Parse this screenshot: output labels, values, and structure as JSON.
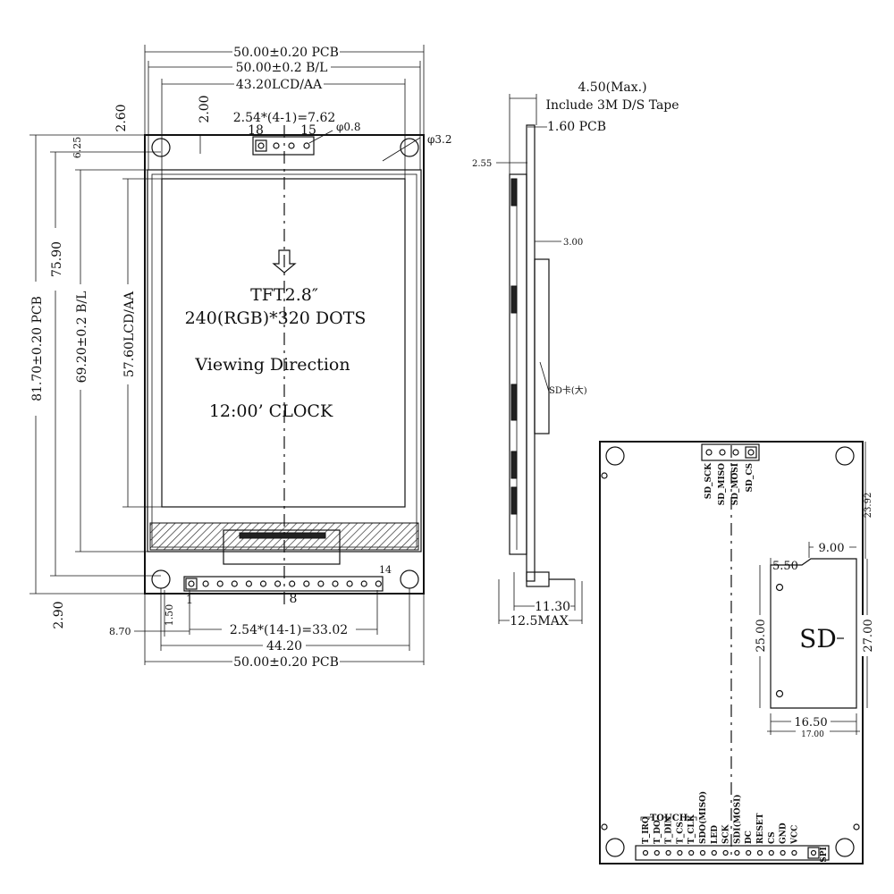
{
  "front": {
    "dims": {
      "pcb_width_top": "50.00±0.20 PCB",
      "bl_width": "50.00±0.2 B/L",
      "lcd_aa_width": "43.20LCD/AA",
      "top_margin": "2.60",
      "pin_offset": "2.00",
      "pitch_top": "2.54*(4-1)=7.62",
      "hole_small": "φ0.8",
      "hole_mount": "φ3.2",
      "edge_6": "6.25",
      "pcb_height": "81.70±0.20 PCB",
      "height_75": "75.90",
      "bl_height": "69.20±0.2 B/L",
      "lcd_aa_height": "57.60LCD/AA",
      "bottom_margin": "2.90",
      "pin_height": "1.50",
      "pin1_offset": "8.70",
      "pitch_bottom": "2.54*(14-1)=33.02",
      "holes_span": "44.20",
      "pcb_width_bottom": "50.00±0.20 PCB"
    },
    "pin_labels": {
      "top_left": "18",
      "top_right": "15",
      "bottom_first": "1",
      "bottom_mid": "8",
      "bottom_last": "14"
    },
    "screen_text": {
      "line1": "TFT2.8″",
      "line2": "240(RGB)*320 DOTS",
      "line3": "Viewing Direction",
      "line4": "12:00’ CLOCK"
    }
  },
  "side": {
    "max_thickness": "4.50(Max.)",
    "tape_note": "Include 3M D/S Tape",
    "pcb_thickness": "1.60 PCB",
    "dim_255": "2.55",
    "dim_300": "3.00",
    "sd_note": "SD卡(大)",
    "dim_1130": "11.30",
    "dim_125": "12.5MAX"
  },
  "back": {
    "sd_pins": [
      "SD_SCK",
      "SD_MISO",
      "SD_MOSI",
      "SD_CS"
    ],
    "dim_2392": "23.92",
    "dim_550": "5.50",
    "dim_900": "9.00",
    "dim_2500": "25.00",
    "dim_2700": "27.00",
    "sd_label": "SD",
    "dim_1650": "16.50",
    "dim_1700": "17.00",
    "touch_label": "TOUCH",
    "bottom_pins": [
      "T_IRQ",
      "T_DO",
      "T_DIN",
      "T_CS",
      "T_CLK",
      "SDO(MISO)",
      "LED",
      "SCK",
      "SDI(MOSI)",
      "DC",
      "RESET",
      "CS",
      "GND",
      "VCC"
    ],
    "spi_label": "SPI"
  }
}
